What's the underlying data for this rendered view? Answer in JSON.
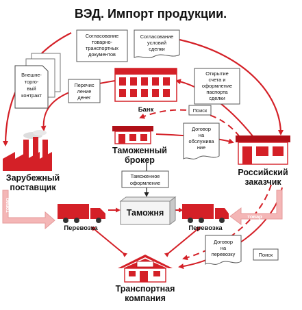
{
  "title": "ВЭД. Импорт продукции.",
  "nodes": {
    "supplier": [
      "Зарубежный",
      "поставщик"
    ],
    "customer": [
      "Российский",
      "заказчик"
    ],
    "bank": [
      "Банк"
    ],
    "broker": [
      "Таможенный",
      "брокер"
    ],
    "customs": [
      "Таможня"
    ],
    "transport_company": [
      "Транспортная",
      "компания"
    ]
  },
  "documents": {
    "foreign_contract": [
      "Внешне-",
      "торго-",
      "вый",
      "контракт"
    ],
    "transport_docs": [
      "Согласование",
      "товарно-",
      "транспортных",
      "документов"
    ],
    "deal_terms": [
      "Согласование",
      "условий",
      "сделки"
    ],
    "money_transfer": [
      "Перечис",
      "ление",
      "денег"
    ],
    "account_opening": [
      "Открытие",
      "счета и",
      "оформление",
      "паспорта",
      "сделки"
    ],
    "search_broker": [
      "Поиск"
    ],
    "service_contract": [
      "Договор",
      "на",
      "обслужива",
      "ние"
    ],
    "customs_clearance": [
      "Таможенное",
      "оформление"
    ],
    "transport_contract": [
      "Договор",
      "на",
      "перевозку"
    ],
    "search_transport": [
      "Поиск"
    ]
  },
  "transport": {
    "left_label": "Перевозка",
    "right_label": "Перевозка",
    "goods_left": "товар",
    "goods_right": "товар"
  },
  "colors": {
    "accent": "#d42027",
    "dark_red": "#b01018",
    "pink": "#f4b6b6",
    "doc_border": "#555555"
  }
}
